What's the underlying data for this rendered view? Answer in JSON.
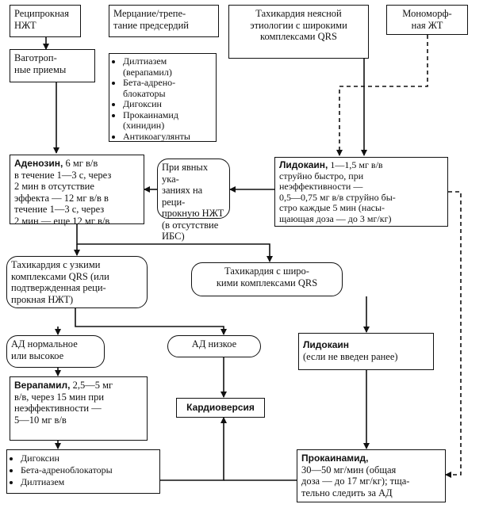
{
  "boxes": {
    "recip_svt": "Реципрокная\nНЖТ",
    "afib": "Мерцание/трепе-\nтание предсердий",
    "wide_unknown": "Тахикардия неясной\nэтиологии с широкими\nкомплексами QRS",
    "mono_vt": "Мономорф-\nная ЖТ",
    "vagal": "Ваготроп-\nные приемы",
    "afib_meds": [
      "Дилтиазем\n(верапамил)",
      "Бета-адрено-\nблокаторы",
      "Дигоксин",
      "Прокаинамид\n(хинидин)",
      "Антикоагулянты"
    ],
    "adenosine_title": "Аденозин,",
    "adenosine_text": " 6 мг в/в\nв течение 1—3 с, через\n2 мин в отсутствие\nэффекта — 12 мг в/в в\nтечение 1—3 с, через\n2 мин — еще 12 мг в/в",
    "evident_svt": "При явных ука-\nзаниях на реци-\nпрокную НЖТ\n(в отсутствие\nИБС)",
    "lidocaine_title": "Лидокаин,",
    "lidocaine_text": " 1—1,5 мг в/в\nструйно быстро, при\nнеэффективности —\n0,5—0,75 мг в/в струйно бы-\nстро каждые 5 мин (насы-\nщающая доза — до 3 мг/кг)",
    "narrow_qrs": "Тахикардия с узкими\nкомплексами QRS (или\nподтвержденная реци-\nпрокная НЖТ)",
    "wide_qrs": "Тахикардия с широ-\nкими комплексами QRS",
    "bp_normal": "АД нормальное\nили высокое",
    "bp_low": "АД низкое",
    "lidocaine2_title": "Лидокаин",
    "lidocaine2_text": "(если не введен ранее)",
    "verapamil_title": "Верапамил,",
    "verapamil_text": " 2,5—5 мг\nв/в, через 15 мин при\nнеэффективности —\n5—10 мг в/в",
    "cardioversion": "Кардиоверсия",
    "final_meds": [
      "Дигоксин",
      "Бета-адреноблокаторы",
      "Дилтиазем"
    ],
    "procainamide_title": "Прокаинамид,",
    "procainamide_text": "\n30—50 мг/мин (общая\nдоза — до 17 мг/кг); тща-\nтельно следить за АД"
  }
}
